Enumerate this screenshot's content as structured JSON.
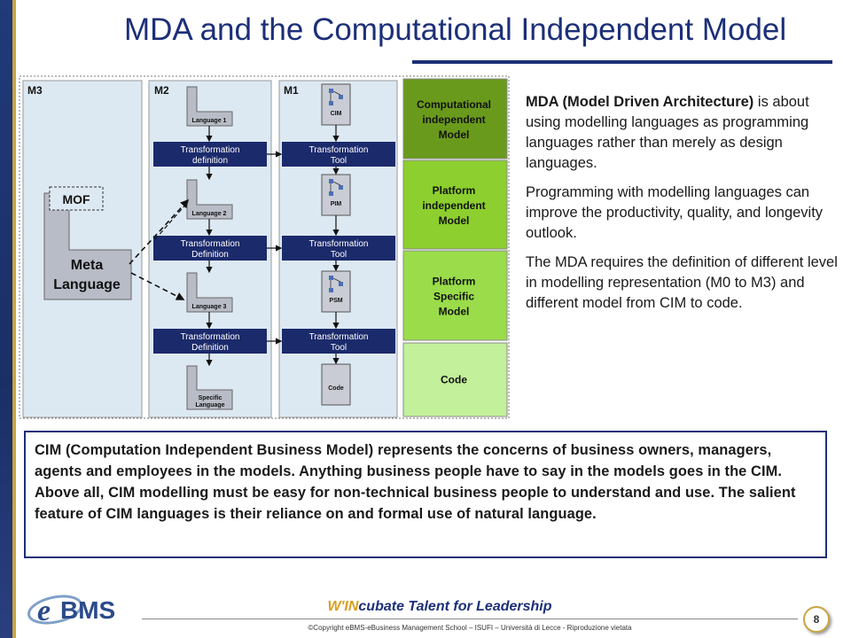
{
  "title": "MDA and the Computational Independent Model",
  "diagram": {
    "col_m3": "M3",
    "col_m2": "M2",
    "col_m1": "M1",
    "mof": "MOF",
    "meta_line1": "Meta",
    "meta_line2": "Language",
    "languages": [
      "Language 1",
      "Language 2",
      "Language 3"
    ],
    "specific_line1": "Specific",
    "specific_line2": "Language",
    "transform_defs": [
      [
        "Transformation",
        "definition"
      ],
      [
        "Transformation",
        "Definition"
      ],
      [
        "Transformation",
        "Definition"
      ]
    ],
    "transform_tools": [
      [
        "Transformation",
        "Tool"
      ],
      [
        "Transformation",
        "Tool"
      ],
      [
        "Transformation",
        "Tool"
      ]
    ],
    "m1_models": [
      "CIM",
      "PIM",
      "PSM",
      "Code"
    ],
    "levels": [
      [
        "Computational",
        "independent",
        "Model"
      ],
      [
        "Platform",
        "independent",
        "Model"
      ],
      [
        "Platform",
        "Specific",
        "Model"
      ],
      [
        "Code"
      ]
    ],
    "colors": {
      "dark_navy": "#1b2a6b",
      "panel_bg": "#dde9f2",
      "level1": "#6a9a1c",
      "level2": "#8ccf2e",
      "level3": "#9adc4a",
      "level4": "#c3f09a"
    }
  },
  "description": {
    "p1_bold": "MDA (Model Driven Architecture)",
    "p1_rest": " is about using modelling languages as programming languages rather than merely as design languages.",
    "p2": "Programming with modelling languages can improve the productivity, quality, and longevity outlook.",
    "p3": "The MDA requires the definition of different level in modelling representation (M0 to M3) and different model from CIM to code."
  },
  "cim_box": "CIM (Computation Independent Business Model) represents the concerns of business owners, managers, agents and employees in the models. Anything business people have to say in the models goes in the CIM. Above all, CIM modelling must be easy for non-technical business people to understand and use. The salient feature of CIM languages is their reliance on and formal use of natural language.",
  "footer": {
    "logo_e": "e",
    "logo_rest": "BMS",
    "slogan_prefix": "W'IN",
    "slogan_rest": "cubate Talent for Leadership",
    "copyright": "©Copyright eBMS-eBusiness Management School – ISUFI – Università di Lecce - Riproduzione vietata",
    "page_number": "8"
  }
}
